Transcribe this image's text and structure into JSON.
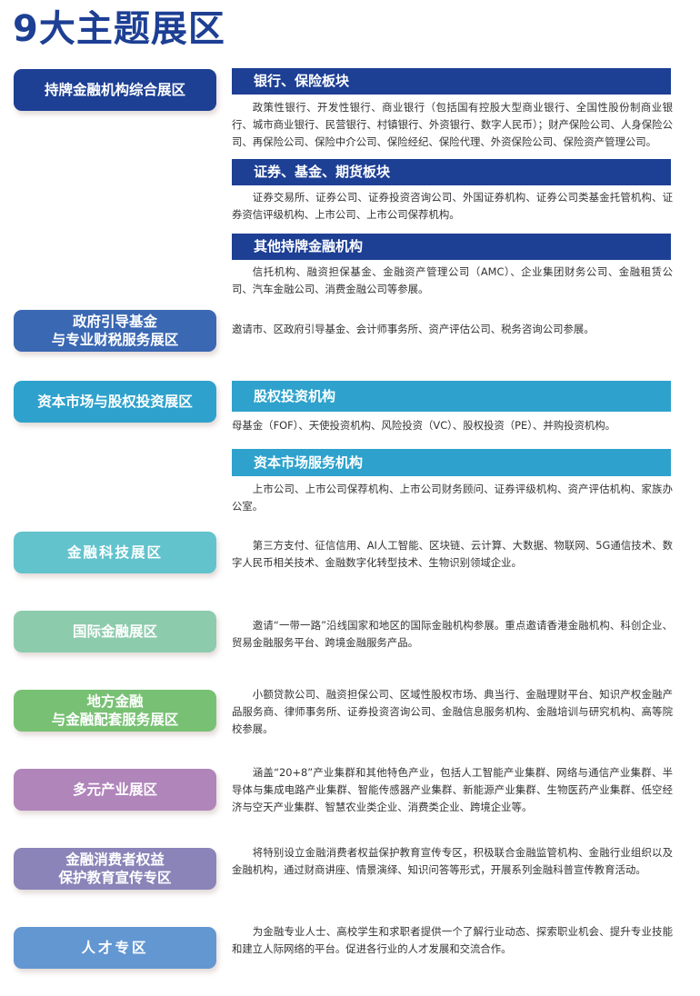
{
  "title": "9大主题展区",
  "colors": {
    "title": "#1d3f94",
    "zones": [
      "#1d3f94",
      "#3a68b3",
      "#2ea2cc",
      "#62c3cd",
      "#8dcbad",
      "#78c174",
      "#b085ba",
      "#8a84b8",
      "#6397d2"
    ],
    "bar_dark": "#1d3f94",
    "bar_light": "#2ea2cc"
  },
  "zones": [
    {
      "label": "持牌金融机构综合展区"
    },
    {
      "label": "政府引导基金\n与专业财税服务展区",
      "desc": "邀请市、区政府引导基金、会计师事务所、资产评估公司、税务咨询公司参展。"
    },
    {
      "label": "资本市场与股权投资展区"
    },
    {
      "label": "金融科技展区",
      "desc": "第三方支付、征信信用、AI人工智能、区块链、云计算、大数据、物联网、5G通信技术、数字人民币相关技术、金融数字化转型技术、生物识别领域企业。"
    },
    {
      "label": "国际金融展区",
      "desc": "邀请“一带一路”沿线国家和地区的国际金融机构参展。重点邀请香港金融机构、科创企业、贸易金融服务平台、跨境金融服务产品。"
    },
    {
      "label": "地方金融\n与金融配套服务展区",
      "desc": "小额贷款公司、融资担保公司、区域性股权市场、典当行、金融理财平台、知识产权金融产品服务商、律师事务所、证券投资咨询公司、金融信息服务机构、金融培训与研究机构、高等院校参展。"
    },
    {
      "label": "多元产业展区",
      "desc": "涵盖“20+8”产业集群和其他特色产业，包括人工智能产业集群、网络与通信产业集群、半导体与集成电路产业集群、智能传感器产业集群、新能源产业集群、生物医药产业集群、低空经济与空天产业集群、智慧农业类企业、消费类企业、跨境企业等。"
    },
    {
      "label": "金融消费者权益\n保护教育宣传专区",
      "desc": "将特别设立金融消费者权益保护教育宣传专区，积极联合金融监管机构、金融行业组织以及金融机构，通过财商讲座、情景演绎、知识问答等形式，开展系列金融科普宣传教育活动。"
    },
    {
      "label": "人才专区",
      "desc": "为金融专业人士、高校学生和求职者提供一个了解行业动态、探索职业机会、提升专业技能和建立人际网络的平台。促进各行业的人才发展和交流合作。"
    }
  ],
  "sections": [
    {
      "heading": "银行、保险板块",
      "desc": "政策性银行、开发性银行、商业银行（包括国有控股大型商业银行、全国性股份制商业银行、城市商业银行、民营银行、村镇银行、外资银行、数字人民币）；财产保险公司、人身保险公司、再保险公司、保险中介公司、保险经纪、保险代理、外资保险公司、保险资产管理公司。"
    },
    {
      "heading": "证券、基金、期货板块",
      "desc": "证券交易所、证券公司、证券投资咨询公司、外国证券机构、证券公司类基金托管机构、证券资信评级机构、上市公司、上市公司保荐机构。"
    },
    {
      "heading": "其他持牌金融机构",
      "desc": "信托机构、融资担保基金、金融资产管理公司（AMC）、企业集团财务公司、金融租赁公司、汽车金融公司、消费金融公司等参展。"
    },
    {
      "heading": "股权投资机构",
      "desc": "母基金（FOF）、天使投资机构、风险投资（VC）、股权投资（PE）、并购投资机构。"
    },
    {
      "heading": "资本市场服务机构",
      "desc": "上市公司、上市公司保荐机构、上市公司财务顾问、证券评级机构、资产评估机构、家族办公室。"
    }
  ]
}
